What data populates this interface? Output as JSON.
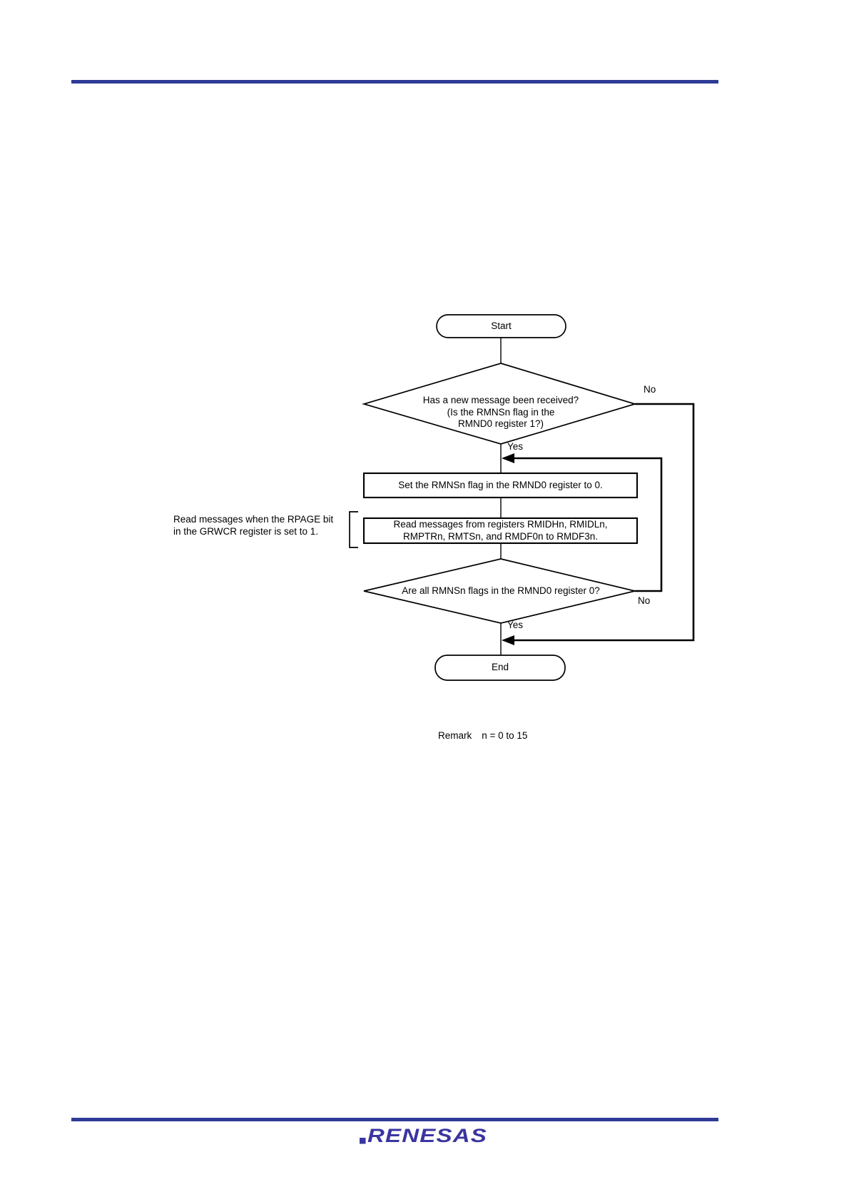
{
  "page": {
    "background": "#ffffff",
    "rule_color": "#2f3b96",
    "line_color": "#000000"
  },
  "flowchart": {
    "start": {
      "label": "Start"
    },
    "decision1": {
      "line1": "Has a new message been received?",
      "line2": "(Is the RMNSn flag in the",
      "line3": "RMND0 register 1?)",
      "yes_label": "Yes",
      "no_label": "No"
    },
    "process1": {
      "label": "Set the RMNSn flag in the RMND0 register to 0."
    },
    "process2": {
      "line1": "Read messages from registers RMIDHn, RMIDLn,",
      "line2": "RMPTRn, RMTSn, and RMDF0n to RMDF3n."
    },
    "side_note": {
      "line1": "Read messages when the RPAGE bit",
      "line2": "in the GRWCR register is set to 1."
    },
    "decision2": {
      "label": "Are all RMNSn flags in the RMND0 register 0?",
      "yes_label": "Yes",
      "no_label": "No"
    },
    "end": {
      "label": "End"
    }
  },
  "remark": {
    "label": "Remark",
    "value": "n = 0 to 15"
  },
  "footer": {
    "logo_text": "RENESAS",
    "logo_color": "#3a35a0"
  }
}
